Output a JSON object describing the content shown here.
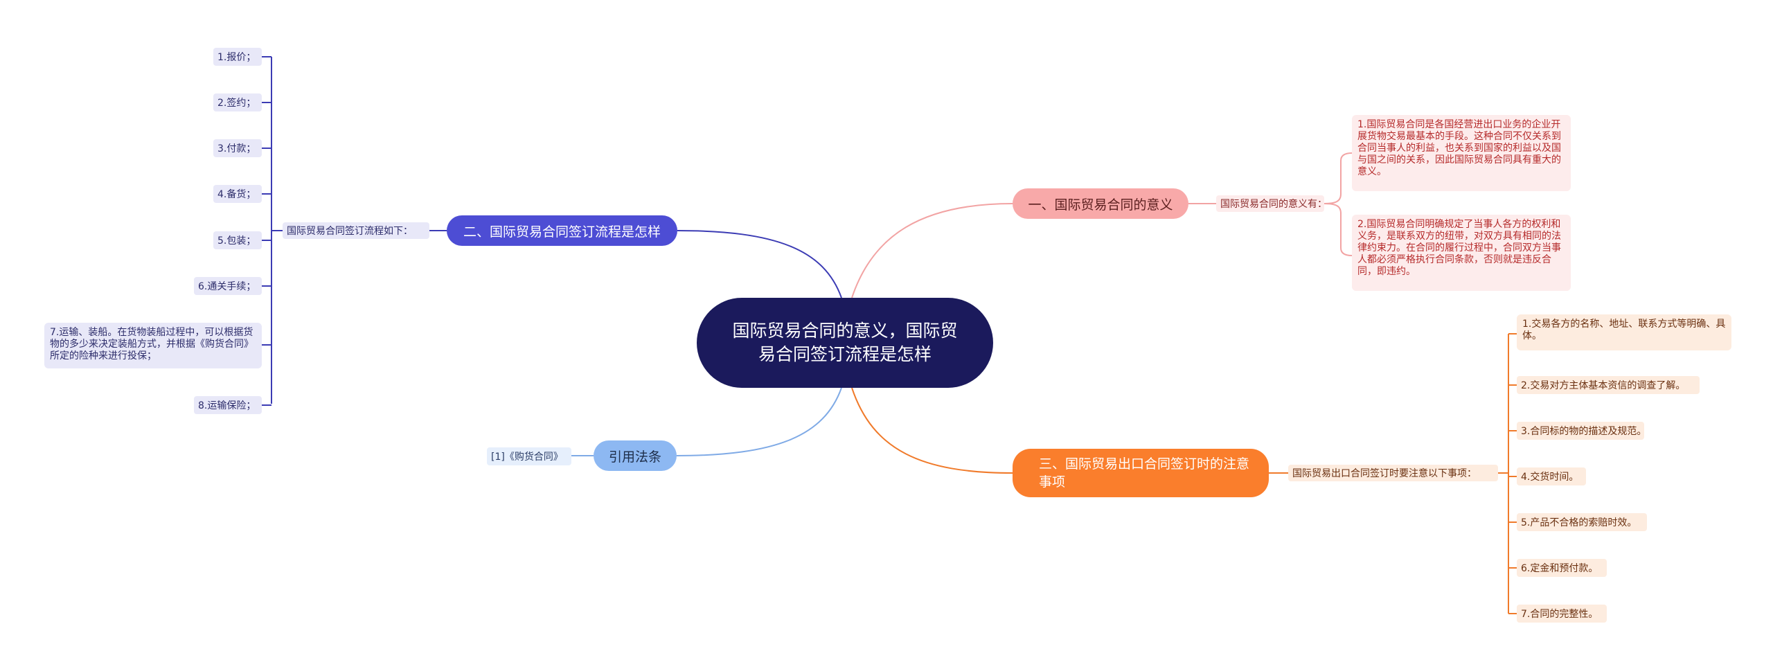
{
  "root": {
    "title": "国际贸易合同的意义，国际贸易合同签订流程是怎样"
  },
  "branch_meaning": {
    "title": "一、国际贸易合同的意义",
    "sub": "国际贸易合同的意义有：",
    "items": [
      "1.国际贸易合同是各国经营进出口业务的企业开展货物交易最基本的手段。这种合同不仅关系到合同当事人的利益，也关系到国家的利益以及国与国之间的关系，因此国际贸易合同具有重大的意义。",
      "2.国际贸易合同明确规定了当事人各方的权利和义务，是联系双方的纽带，对双方具有相同的法律约束力。在合同的履行过程中，合同双方当事人都必须严格执行合同条款，否则就是违反合同，即违约。"
    ]
  },
  "branch_process": {
    "title": "二、国际贸易合同签订流程是怎样",
    "sub": "国际贸易合同签订流程如下：",
    "items": [
      "1.报价；",
      "2.签约；",
      "3.付款；",
      "4.备货；",
      "5.包装；",
      "6.通关手续；",
      "7.运输、装船。在货物装船过程中，可以根据货物的多少来决定装船方式，并根据《购货合同》所定的险种来进行投保；",
      "8.运输保险；"
    ]
  },
  "branch_notes": {
    "title": "三、国际贸易出口合同签订时的注意事项",
    "sub": "国际贸易出口合同签订时要注意以下事项：",
    "items": [
      "1.交易各方的名称、地址、联系方式等明确、具体。",
      "2.交易对方主体基本资信的调查了解。",
      "3.合同标的物的描述及规范。",
      "4.交货时间。",
      "5.产品不合格的索赔时效。",
      "6.定金和预付款。",
      "7.合同的完整性。"
    ]
  },
  "branch_refs": {
    "title": "引用法条",
    "items": [
      "[1]《购货合同》"
    ]
  },
  "colors": {
    "root": "#1b1a5c",
    "meaning": "#f8a9a9",
    "process": "#4d4dd4",
    "notes": "#fa7e2c",
    "refs": "#8db8f2"
  }
}
